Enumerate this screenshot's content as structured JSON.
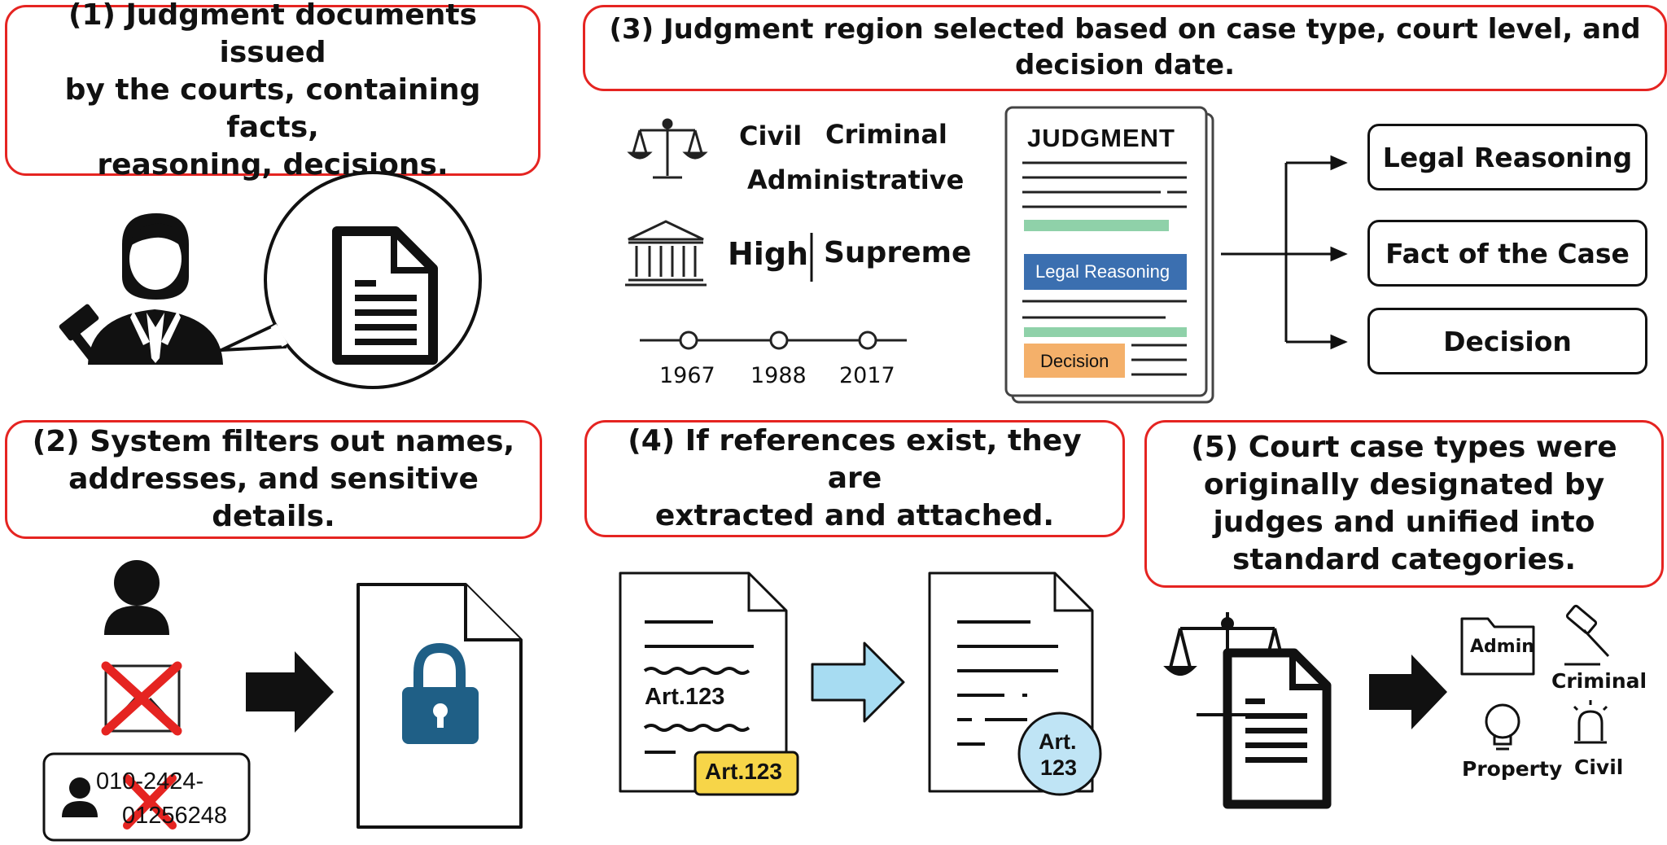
{
  "step1": {
    "text": "(1) Judgment documents issued\nby the courts, containing facts,\nreasoning, decisions."
  },
  "step2": {
    "text": "(2) System filters out names,\naddresses, and sensitive details.",
    "phone_line1": "010-2424-",
    "phone_line2": "01256248"
  },
  "step3": {
    "text": "(3) Judgment region selected based on case type, court level, and\ndecision date.",
    "case_types": [
      "Civil",
      "Criminal",
      "Administrative"
    ],
    "court_levels": [
      "High",
      "Supreme"
    ],
    "years": [
      "1967",
      "1988",
      "2017"
    ],
    "doc_title": "JUDGMENT",
    "doc_legal_reasoning": "Legal Reasoning",
    "doc_decision": "Decision",
    "outputs": [
      "Legal Reasoning",
      "Fact of the Case",
      "Decision"
    ],
    "colors": {
      "legal_reasoning": "#3b6fb0",
      "decision": "#f4b06a",
      "highlight": "#8fd1a9"
    }
  },
  "step4": {
    "text": "(4) If references exist, they are\nextracted and attached.",
    "article_text": "Art.123",
    "badge_text": "Art.123",
    "circle_line1": "Art.",
    "circle_line2": "123"
  },
  "step5": {
    "text": "(5) Court case types were\noriginally designated by\njudges and unified into\nstandard categories.",
    "categories": [
      "Admin",
      "Criminal",
      "Property",
      "Civil"
    ]
  },
  "colors": {
    "accent_border": "#e52421",
    "lock": "#1f5f86",
    "arrow_light": "#a7dcf2",
    "badge_yellow": "#f7d548",
    "circle_blue": "#bfe4f5",
    "cross": "#e52421"
  }
}
